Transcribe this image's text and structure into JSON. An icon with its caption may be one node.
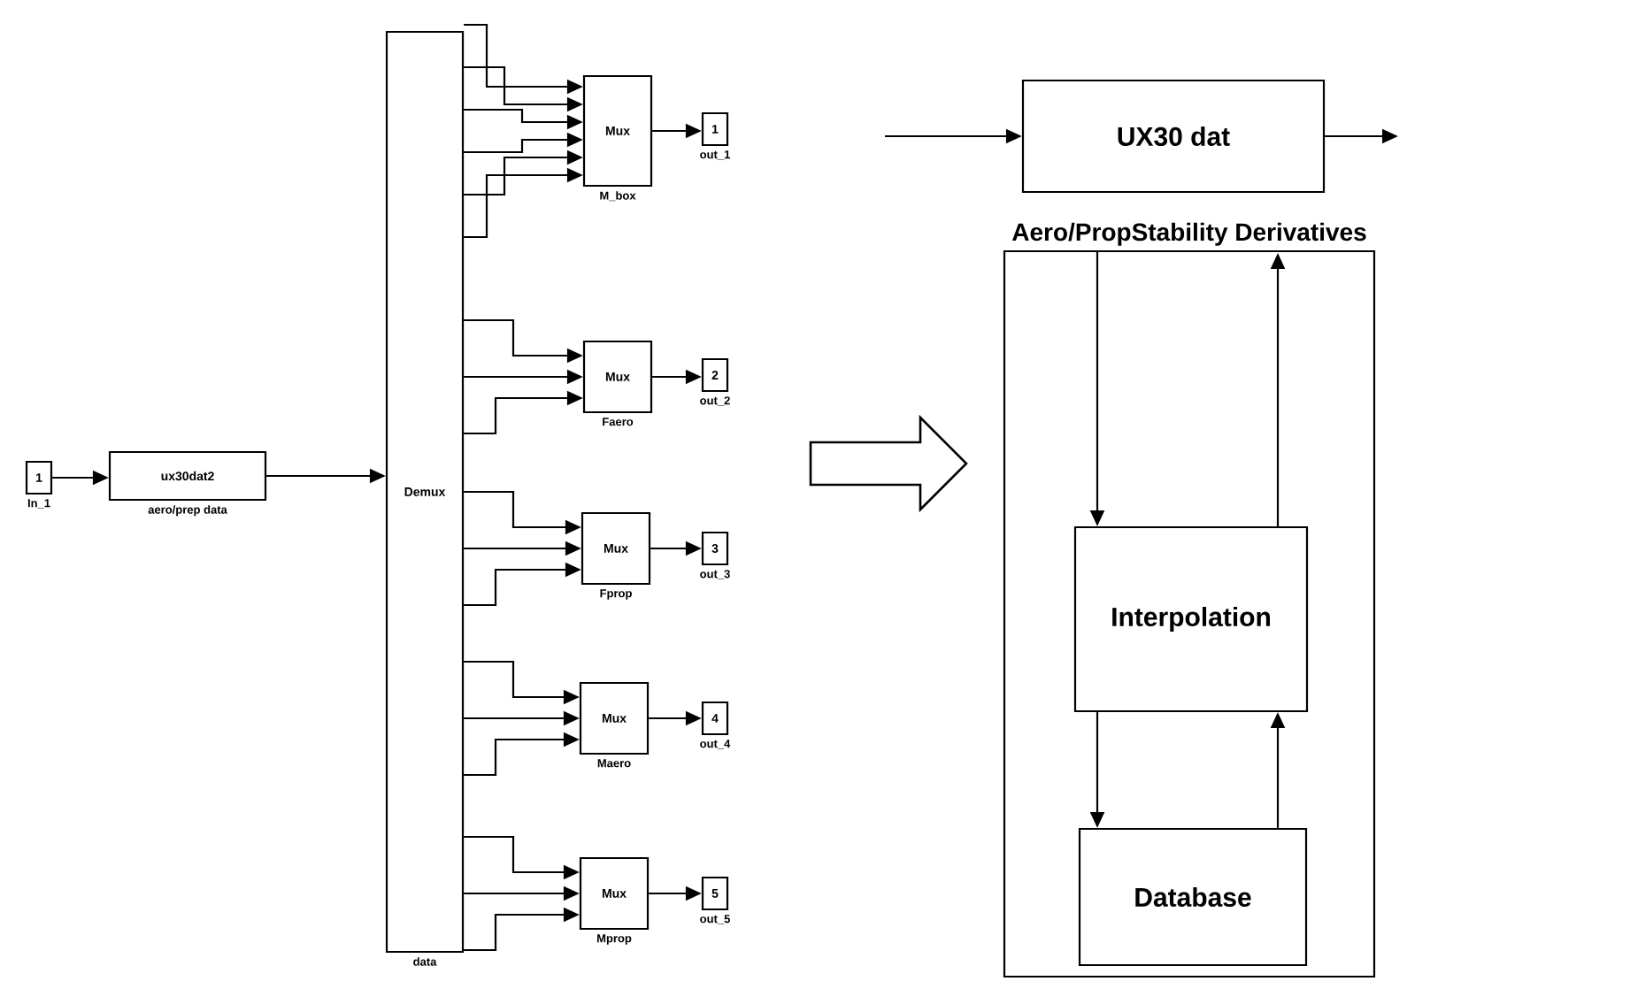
{
  "diagram": {
    "nodes": [
      {
        "text": [
          "1"
        ],
        "beside": [
          "In_1"
        ]
      },
      {
        "text": [
          "ux30dat2"
        ],
        "beside": [
          "aero/prep data"
        ]
      },
      {
        "text": [
          "Demux"
        ],
        "beside": [
          "data"
        ]
      },
      {
        "text": [
          "Mux"
        ],
        "beside": [
          "M_box"
        ]
      },
      {
        "text": [
          "Mux"
        ],
        "beside": [
          "Faero"
        ]
      },
      {
        "text": [
          "Mux"
        ],
        "beside": [
          "Fprop"
        ]
      },
      {
        "text": [
          "Mux"
        ],
        "beside": [
          "Maero"
        ]
      },
      {
        "text": [
          "Mux"
        ],
        "beside": [
          "Mprop"
        ]
      },
      {
        "text": [
          "1"
        ],
        "beside": [
          "out_1"
        ]
      },
      {
        "text": [
          "2"
        ],
        "beside": [
          "out_2"
        ]
      },
      {
        "text": [
          "3"
        ],
        "beside": [
          "out_3"
        ]
      },
      {
        "text": [
          "4"
        ],
        "beside": [
          "out_4"
        ]
      },
      {
        "text": [
          "5"
        ],
        "beside": [
          "out_5"
        ]
      },
      {
        "text": [
          "UX30 dat"
        ]
      },
      {
        "text": [
          "Aero/PropStability Derivatives"
        ]
      },
      {
        "text": [
          "Interpolation"
        ],
        "in": 14
      },
      {
        "text": [
          "Database"
        ],
        "in": 14
      }
    ],
    "edges": [
      {
        "from": 0,
        "to": 1,
        "arrow": "to"
      },
      {
        "from": 1,
        "to": 2,
        "arrow": "to"
      },
      {
        "from": 2,
        "to": 3,
        "arrow": "to"
      },
      {
        "from": 2,
        "to": 3,
        "arrow": "to"
      },
      {
        "from": 2,
        "to": 3,
        "arrow": "to"
      },
      {
        "from": 2,
        "to": 3,
        "arrow": "to"
      },
      {
        "from": 2,
        "to": 3,
        "arrow": "to"
      },
      {
        "from": 2,
        "to": 3,
        "arrow": "to"
      },
      {
        "from": 2,
        "to": 4,
        "arrow": "to"
      },
      {
        "from": 2,
        "to": 4,
        "arrow": "to"
      },
      {
        "from": 2,
        "to": 4,
        "arrow": "to"
      },
      {
        "from": 2,
        "to": 5,
        "arrow": "to"
      },
      {
        "from": 2,
        "to": 5,
        "arrow": "to"
      },
      {
        "from": 2,
        "to": 5,
        "arrow": "to"
      },
      {
        "from": 2,
        "to": 6,
        "arrow": "to"
      },
      {
        "from": 2,
        "to": 6,
        "arrow": "to"
      },
      {
        "from": 2,
        "to": 6,
        "arrow": "to"
      },
      {
        "from": 2,
        "to": 7,
        "arrow": "to"
      },
      {
        "from": 2,
        "to": 7,
        "arrow": "to"
      },
      {
        "from": 2,
        "to": 7,
        "arrow": "to"
      },
      {
        "from": 3,
        "to": 8,
        "arrow": "to"
      },
      {
        "from": 4,
        "to": 9,
        "arrow": "to"
      },
      {
        "from": 5,
        "to": 10,
        "arrow": "to"
      },
      {
        "from": 6,
        "to": 11,
        "arrow": "to"
      },
      {
        "from": 7,
        "to": 12,
        "arrow": "to"
      },
      {
        "from": null,
        "to": 13,
        "arrow": "to"
      },
      {
        "from": 13,
        "to": null,
        "arrow": "to"
      },
      {
        "from": 14,
        "to": 15,
        "arrow": "to"
      },
      {
        "from": 15,
        "to": 14,
        "arrow": "to"
      },
      {
        "from": 15,
        "to": 16,
        "arrow": "to"
      },
      {
        "from": 16,
        "to": 15,
        "arrow": "to"
      }
    ]
  }
}
